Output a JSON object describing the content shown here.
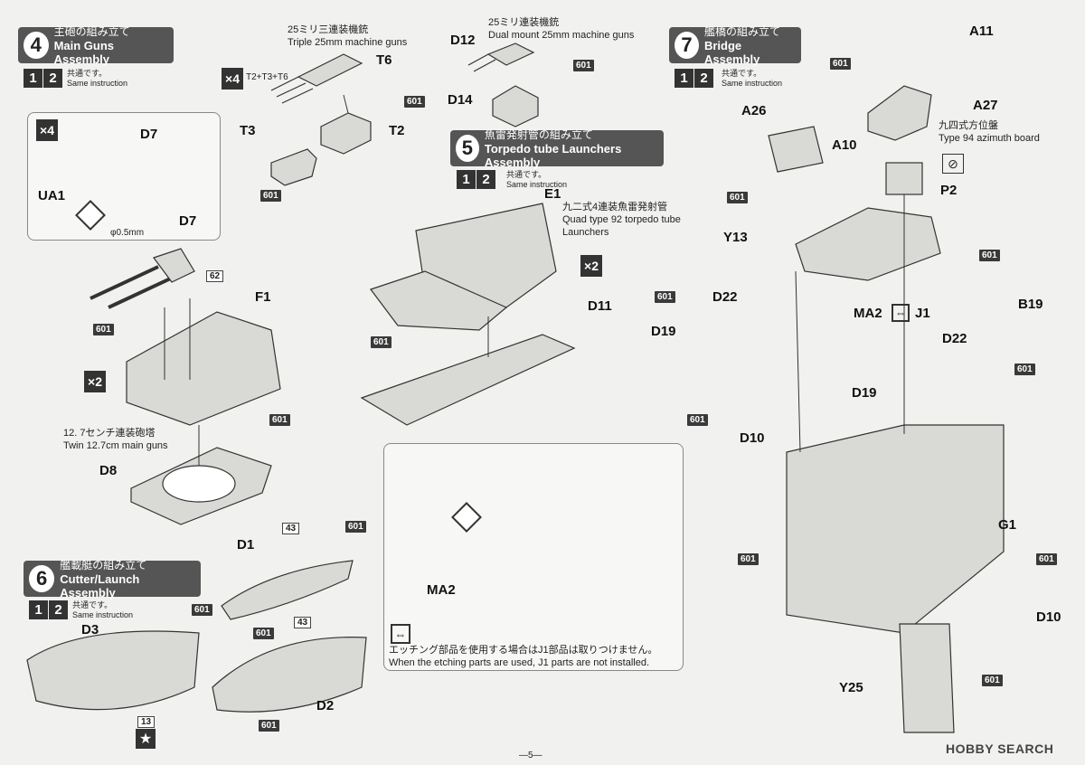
{
  "page_number": "—5—",
  "watermark": "HOBBY SEARCH",
  "common": {
    "same_jp": "共通です。",
    "same_en": "Same instruction",
    "a": "1",
    "b": "2"
  },
  "sections": [
    {
      "num": "4",
      "title_jp": "主砲の組み立て",
      "title_en": "Main Guns Assembly"
    },
    {
      "num": "5",
      "title_jp": "魚雷発射管の組み立て",
      "title_en": "Torpedo tube Launchers Assembly"
    },
    {
      "num": "6",
      "title_jp": "艦載艇の組み立て",
      "title_en": "Cutter/Launch Assembly"
    },
    {
      "num": "7",
      "title_jp": "艦橋の組み立て",
      "title_en": "Bridge Assembly"
    }
  ],
  "captions": {
    "triple_jp": "25ミリ三連装機銃",
    "triple_en": "Triple 25mm machine guns",
    "dual_jp": "25ミリ連装機銃",
    "dual_en": "Dual mount 25mm machine guns",
    "torpedo_jp": "九二式4連装魚雷発射管",
    "torpedo_en1": "Quad type 92 torpedo tube",
    "torpedo_en2": "Launchers",
    "main_jp": "12. 7センチ連装砲塔",
    "main_en": "Twin 12.7cm main guns",
    "azimuth_jp": "九四式方位盤",
    "azimuth_en": "Type 94 azimuth board",
    "etch_jp": "エッチング部品を使用する場合はJ1部品は取りつけません。",
    "etch_en": "When the etching parts are used, J1 parts are not installed.",
    "drill": "φ0.5mm",
    "formula": "T2+T3+T6"
  },
  "mult": {
    "x4": "×4",
    "x2": "×2"
  },
  "parts": {
    "T6": "T6",
    "T3": "T3",
    "T2": "T2",
    "D12": "D12",
    "D14": "D14",
    "D7": "D7",
    "UA1": "UA1",
    "F1": "F1",
    "D8": "D8",
    "E1": "E1",
    "D11": "D11",
    "D1": "D1",
    "D3": "D3",
    "D2": "D2",
    "MA2": "MA2",
    "A11": "A11",
    "A27": "A27",
    "A26": "A26",
    "A10": "A10",
    "P2": "P2",
    "Y13": "Y13",
    "MA2J1": "MA2",
    "J1": "J1",
    "D22a": "D22",
    "D22b": "D22",
    "D19a": "D19",
    "D19b": "D19",
    "B19": "B19",
    "D10a": "D10",
    "D10b": "D10",
    "G1": "G1",
    "Y25": "Y25"
  },
  "codes": {
    "c601": "601",
    "c62": "62",
    "c43": "43",
    "c13": "13"
  }
}
